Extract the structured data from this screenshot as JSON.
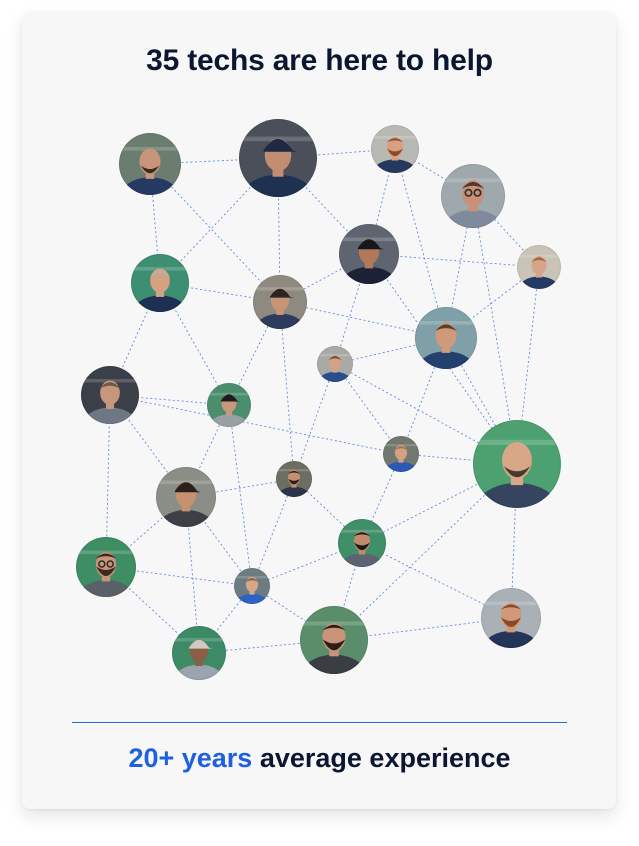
{
  "header": {
    "title": "35 techs are here to help"
  },
  "footer": {
    "stat_highlight": "20+ years",
    "stat_rest": "average experience"
  },
  "colors": {
    "accent": "#1f5fe0",
    "title": "#0b1730",
    "card_bg": "#f7f7f8",
    "connector": "#3a6fd8"
  },
  "network": {
    "nodes": [
      {
        "id": "tech-01",
        "shirt": "#253a63",
        "skin": "#c9957a",
        "hair": "#3a2b22",
        "bg": "#6b7d6e",
        "feature": "bald-beard"
      },
      {
        "id": "tech-02",
        "shirt": "#1f3150",
        "skin": "#c38d74",
        "hair": "#1e2a44",
        "bg": "#4b4f5a",
        "feature": "cap"
      },
      {
        "id": "tech-03",
        "shirt": "#26385e",
        "skin": "#d8a083",
        "hair": "#8a4a26",
        "bg": "#b9b9b4",
        "feature": "red-beard"
      },
      {
        "id": "tech-04",
        "shirt": "#7f8b9c",
        "skin": "#c99078",
        "hair": "#4b3a30",
        "bg": "#9ea8ad",
        "feature": "glasses"
      },
      {
        "id": "tech-05",
        "shirt": "#1d2f52",
        "skin": "#d4a283",
        "hair": "#b8b0a4",
        "bg": "#3e8f72",
        "feature": "short"
      },
      {
        "id": "tech-06",
        "shirt": "#2d3c5c",
        "skin": "#c79476",
        "hair": "#2b2420",
        "bg": "#8f8a7f",
        "feature": "cap"
      },
      {
        "id": "tech-07",
        "shirt": "#1b2235",
        "skin": "#b07a5a",
        "hair": "#15171c",
        "bg": "#5f6570",
        "feature": "cap"
      },
      {
        "id": "tech-08",
        "shirt": "#243966",
        "skin": "#d6a587",
        "hair": "#9a6a3c",
        "bg": "#c9c4b7",
        "feature": "short"
      },
      {
        "id": "tech-09",
        "shirt": "#24406e",
        "skin": "#cf9a7c",
        "hair": "#5a3f2c",
        "bg": "#7fa0a8",
        "feature": "short"
      },
      {
        "id": "tech-10",
        "shirt": "#6e7884",
        "skin": "#c8967d",
        "hair": "#6a5a48",
        "bg": "#3a3f48",
        "feature": "short"
      },
      {
        "id": "tech-11",
        "shirt": "#2a4d8c",
        "skin": "#d3a285",
        "hair": "#6b4a32",
        "bg": "#a9aaa6",
        "feature": "short"
      },
      {
        "id": "tech-12",
        "shirt": "#9aa0a2",
        "skin": "#c9987b",
        "hair": "#1d1d20",
        "bg": "#4b8e6d",
        "feature": "cap"
      },
      {
        "id": "tech-13",
        "shirt": "#2b59b4",
        "skin": "#d4a283",
        "hair": "#a07748",
        "bg": "#70786f",
        "feature": "short"
      },
      {
        "id": "tech-14",
        "shirt": "#35455f",
        "skin": "#d7a788",
        "hair": "#4a3a2e",
        "bg": "#4da070",
        "feature": "bald-beard"
      },
      {
        "id": "tech-15",
        "shirt": "#2b3448",
        "skin": "#c38f71",
        "hair": "#2a1f19",
        "bg": "#6b6e60",
        "feature": "beard"
      },
      {
        "id": "tech-16",
        "shirt": "#3c3f46",
        "skin": "#c7906f",
        "hair": "#2b211b",
        "bg": "#8a8e86",
        "feature": "cap"
      },
      {
        "id": "tech-17",
        "shirt": "#5b6470",
        "skin": "#bf8a6d",
        "hair": "#1f1a17",
        "bg": "#3f8f68",
        "feature": "beard"
      },
      {
        "id": "tech-18",
        "shirt": "#5a6068",
        "skin": "#c99478",
        "hair": "#3a2a22",
        "bg": "#3e8d63",
        "feature": "glasses-beard"
      },
      {
        "id": "tech-19",
        "shirt": "#2c63c4",
        "skin": "#d5a688",
        "hair": "#8b5e3b",
        "bg": "#6d7c80",
        "feature": "short"
      },
      {
        "id": "tech-20",
        "shirt": "#9ba3ac",
        "skin": "#8c5e45",
        "hair": "#cfcac4",
        "bg": "#3c8a66",
        "feature": "cap"
      },
      {
        "id": "tech-21",
        "shirt": "#3a3d44",
        "skin": "#c99479",
        "hair": "#2a201a",
        "bg": "#5a8e6a",
        "feature": "beard"
      },
      {
        "id": "tech-22",
        "shirt": "#233558",
        "skin": "#d29877",
        "hair": "#8a4a24",
        "bg": "#a9b1b6",
        "feature": "red-beard"
      }
    ]
  }
}
